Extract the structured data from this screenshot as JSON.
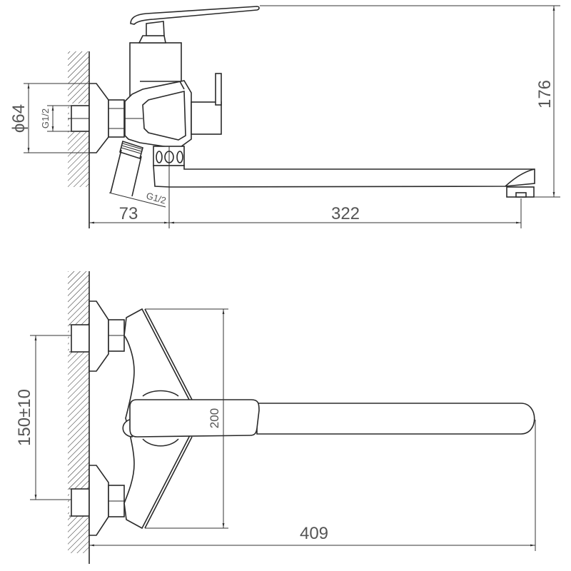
{
  "title": "Wall-mounted bath mixer with long spout — dimensional drawing",
  "colors": {
    "line": "#2a2a2a",
    "text": "#555555",
    "background": "#ffffff"
  },
  "side_view": {
    "dimensions": {
      "flange_diameter": "ϕ64",
      "inlet_thread": "G1/2",
      "outlet_thread": "G1/2",
      "wall_to_spout_axis": "73",
      "spout_reach": "322",
      "total_height": "176"
    }
  },
  "top_view": {
    "dimensions": {
      "inlet_spacing": "150±10",
      "body_width": "200",
      "total_projection": "409"
    }
  }
}
